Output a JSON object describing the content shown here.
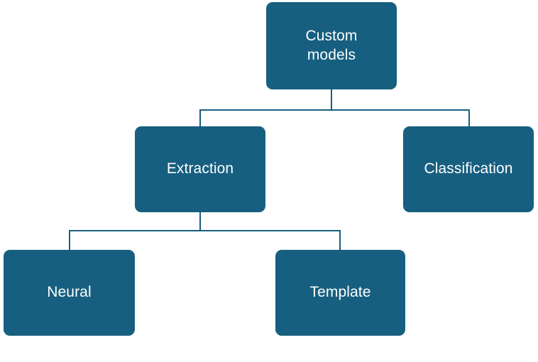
{
  "diagram": {
    "type": "hierarchy-tree",
    "title": "Custom models",
    "background_color": "#ffffff",
    "node_fill_color": "#175f80",
    "node_text_color": "#ffffff",
    "connector_color": "#175f80",
    "nodes": [
      {
        "id": "root",
        "label": "Custom\nmodels",
        "level": 0
      },
      {
        "id": "extraction",
        "label": "Extraction",
        "level": 1
      },
      {
        "id": "classification",
        "label": "Classification",
        "level": 1
      },
      {
        "id": "neural",
        "label": "Neural",
        "level": 2
      },
      {
        "id": "template",
        "label": "Template",
        "level": 2
      }
    ],
    "edges": [
      {
        "from": "root",
        "to": "extraction"
      },
      {
        "from": "root",
        "to": "classification"
      },
      {
        "from": "extraction",
        "to": "neural"
      },
      {
        "from": "extraction",
        "to": "template"
      }
    ]
  }
}
